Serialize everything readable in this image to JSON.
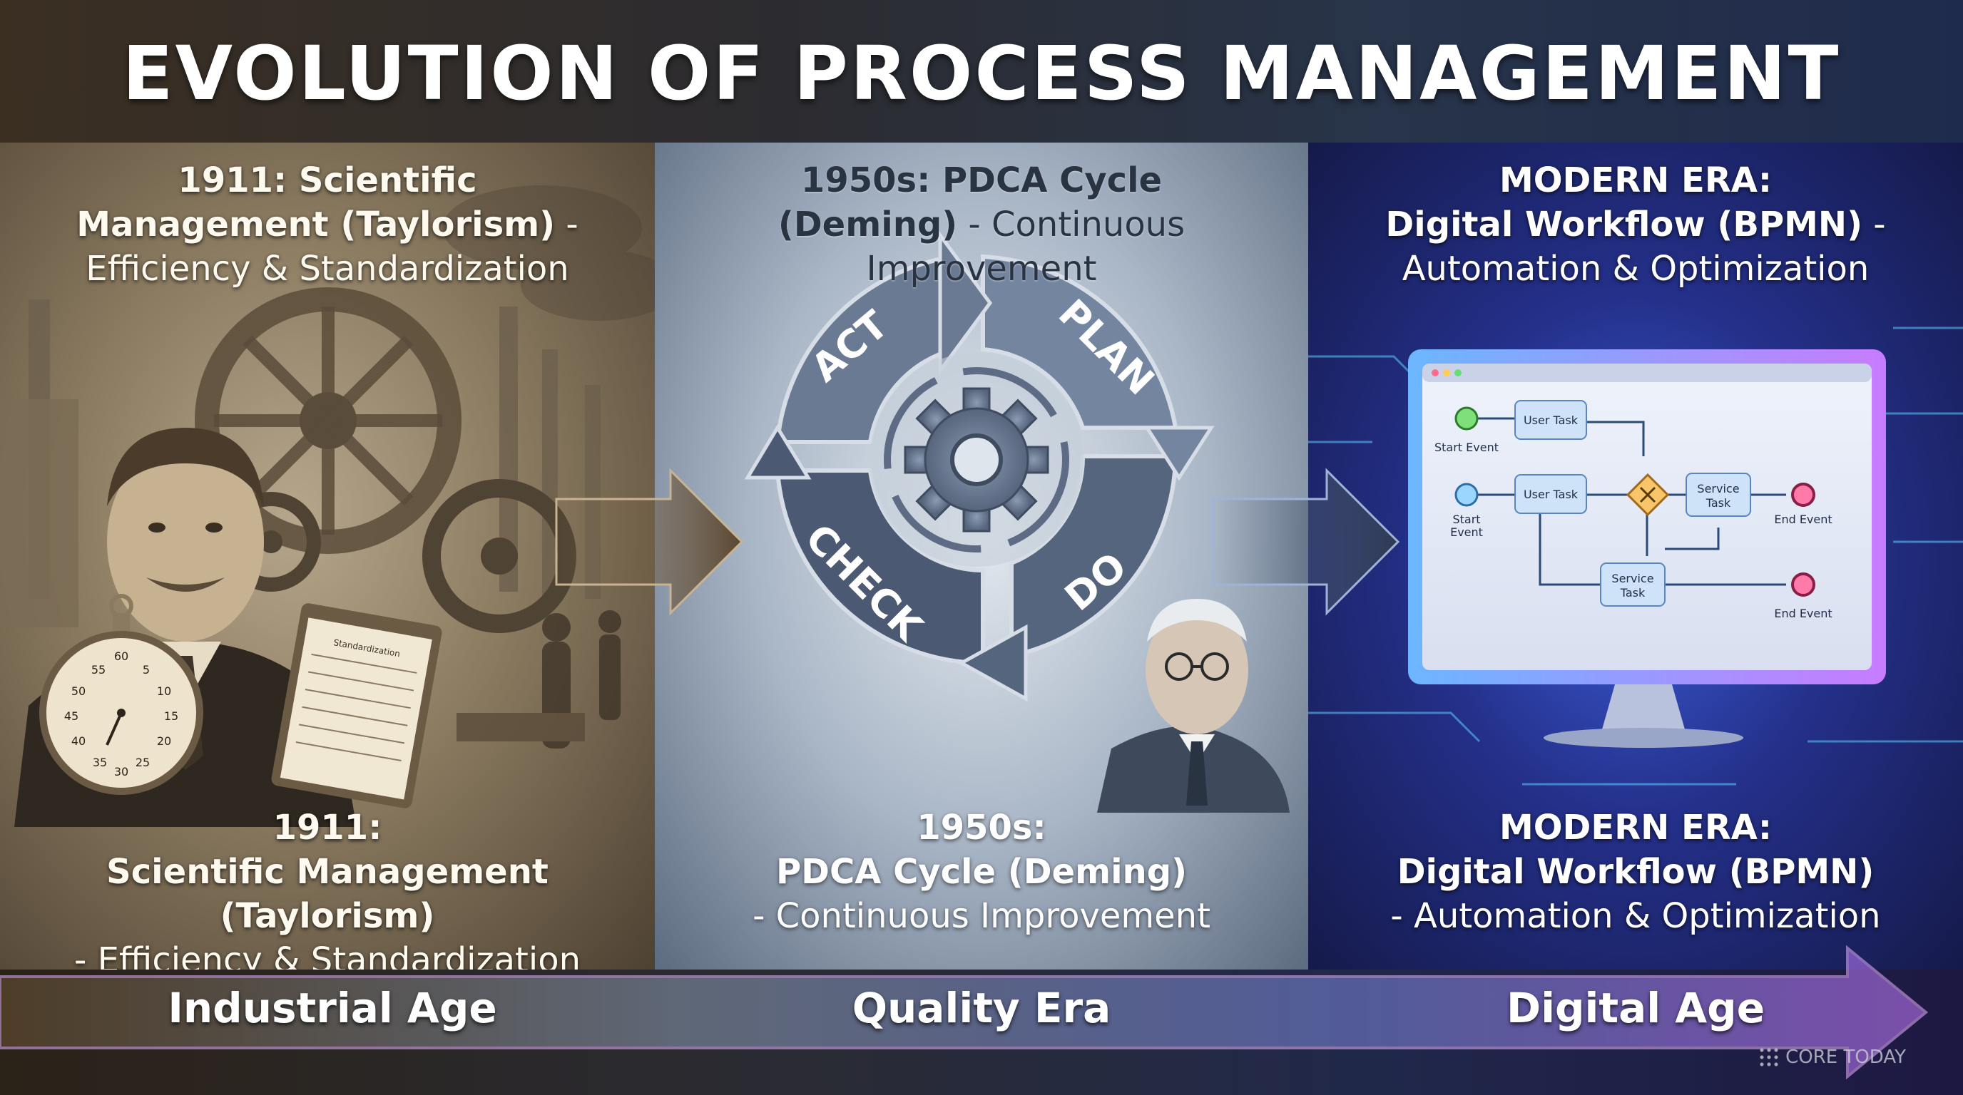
{
  "title": "EVOLUTION OF PROCESS MANAGEMENT",
  "panels": {
    "industrial": {
      "top_line1": "1911: Scientific",
      "top_line2_bold": "Management (Taylorism)",
      "top_line2_suffix": " -",
      "top_line3": "Efficiency & Standardization",
      "bottom_line1": "1911:",
      "bottom_line2": "Scientific Management (Taylorism)",
      "bottom_line3": "- Efficiency & Standardization",
      "clipboard_label": "Standardization",
      "stopwatch_numbers": [
        "60",
        "55",
        "5",
        "50",
        "10",
        "45",
        "15",
        "40",
        "20",
        "35",
        "25",
        "30"
      ]
    },
    "quality": {
      "top_line1": "1950s: PDCA Cycle",
      "top_line2_bold": "(Deming)",
      "top_line2_suffix": " - Continuous",
      "top_line3": "Improvement",
      "bottom_line1": "1950s:",
      "bottom_line2": "PDCA Cycle (Deming)",
      "bottom_line3": "- Continuous Improvement",
      "cycle": {
        "act": "ACT",
        "plan": "PLAN",
        "check": "CHECK",
        "do": "DO"
      }
    },
    "digital": {
      "top_line1": "MODERN ERA:",
      "top_line2_bold": "Digital Workflow (BPMN)",
      "top_line2_suffix": " -",
      "top_line3": "Automation & Optimization",
      "bottom_line1": "MODERN ERA:",
      "bottom_line2": "Digital Workflow (BPMN)",
      "bottom_line3": "- Automation & Optimization",
      "bpmn": {
        "start_event_1": "Start Event",
        "start_event_2_l1": "Start",
        "start_event_2_l2": "Event",
        "user_task_1": "User Task",
        "user_task_2": "User Task",
        "service_task_1_l1": "Service",
        "service_task_1_l2": "Task",
        "service_task_2_l1": "Service",
        "service_task_2_l2": "Task",
        "end_event_1": "End Event",
        "end_event_2": "End Event"
      }
    }
  },
  "timeline": {
    "eras": [
      "Industrial Age",
      "Quality Era",
      "Digital Age"
    ]
  },
  "watermark": "CORE TODAY",
  "colors": {
    "sepia": "#8a7a60",
    "steel": "#5a6a80",
    "digital_blue": "#3c5dd8",
    "digital_purple": "#b05cf0"
  }
}
